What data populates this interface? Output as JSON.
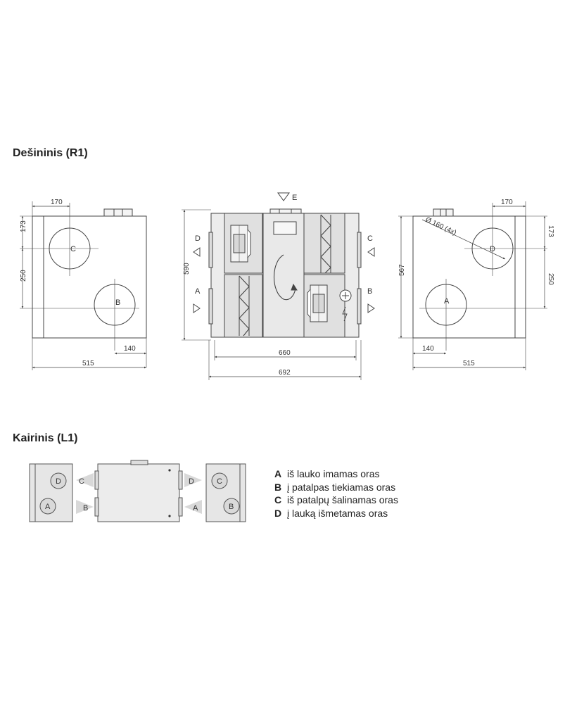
{
  "sections": {
    "right": {
      "title": "Dešininis (R1)"
    },
    "left": {
      "title": "Kairinis (L1)"
    }
  },
  "dimensions": {
    "left_view": {
      "width": "515",
      "top_offset": "173",
      "port_spacing": "250",
      "c_offset": "170",
      "b_offset": "140"
    },
    "front_view": {
      "height": "590",
      "inner_width": "660",
      "outer_width": "692"
    },
    "right_view": {
      "height": "567",
      "width": "515",
      "top_offset": "173",
      "port_spacing": "250",
      "d_offset": "170",
      "a_offset": "140",
      "diameter": "Ø 160 (4x)"
    }
  },
  "ports": {
    "a": "A",
    "b": "B",
    "c": "C",
    "d": "D",
    "e": "E"
  },
  "legend": [
    {
      "key": "A",
      "text": "iš lauko imamas oras"
    },
    {
      "key": "B",
      "text": "į patalpas tiekiamas oras"
    },
    {
      "key": "C",
      "text": "iš patalpų šalinamas oras"
    },
    {
      "key": "D",
      "text": "į lauką išmetamas oras"
    }
  ],
  "colors": {
    "line": "#444444",
    "panel": "#e6e6e6",
    "panel_dark": "#cfcfcf",
    "port_fill": "#d9d9d9",
    "arrow_fill": "#d8d8d8"
  }
}
